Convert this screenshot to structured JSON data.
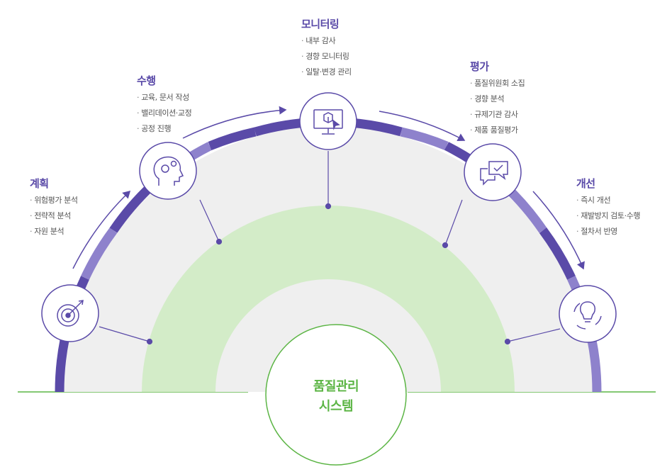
{
  "colors": {
    "purple": "#5a4aa8",
    "purple_light": "#8e82cc",
    "purple_soft": "#7a6ec0",
    "green": "#5cb545",
    "green_fill": "#d3ecc8",
    "gray_fill": "#efefef",
    "text": "#555555"
  },
  "center": {
    "line1": "품질관리",
    "line2": "시스템"
  },
  "stages": [
    {
      "key": "plan",
      "icon": "target-icon",
      "title": "계획",
      "items": [
        "위험평가 분석",
        "전략적 분석",
        "자원 분석"
      ]
    },
    {
      "key": "do",
      "icon": "head-gears-icon",
      "title": "수행",
      "items": [
        "교육, 문서 작성",
        "밸리데이션·교정",
        "공정 진행"
      ]
    },
    {
      "key": "monitor",
      "icon": "monitor-cursor-icon",
      "title": "모니터링",
      "items": [
        "내부 감사",
        "경향 모니터링",
        "일탈·변경 관리"
      ]
    },
    {
      "key": "evaluate",
      "icon": "chat-check-icon",
      "title": "평가",
      "items": [
        "품질위원회 소집",
        "경향 분석",
        "규제기관 감사",
        "제품 품질평가"
      ]
    },
    {
      "key": "improve",
      "icon": "lightbulb-cycle-icon",
      "title": "개선",
      "items": [
        "즉시 개선",
        "재발방지 검토·수행",
        "절차서 반영"
      ]
    }
  ]
}
